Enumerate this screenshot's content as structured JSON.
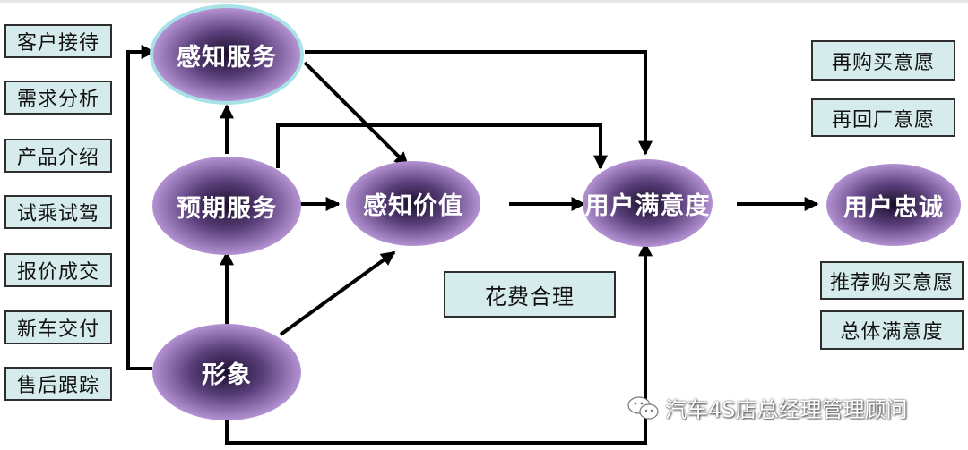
{
  "left_stages": [
    "客户接待",
    "需求分析",
    "产品介绍",
    "试乘试驾",
    "报价成交",
    "新车交付",
    "售后跟踪"
  ],
  "nodes": {
    "perceived_service": "感知服务",
    "expected_service": "预期服务",
    "perceived_value": "感知价值",
    "user_satisfaction": "用户满意度",
    "user_loyalty": "用户忠诚",
    "image": "形象"
  },
  "middle_label": "花费合理",
  "right_outcomes": {
    "top": [
      "再购买意愿",
      "再回厂意愿"
    ],
    "bottom": [
      "推荐购买意愿",
      "总体满意度"
    ]
  },
  "watermark": "汽车4S店总经理管理顾问",
  "colors": {
    "box_fill": "#d6ecec",
    "ellipse_center": "#1a0f2b",
    "ellipse_edge": "#e2cdf5",
    "ring": "#a8e2e6",
    "arrow": "#000000"
  }
}
